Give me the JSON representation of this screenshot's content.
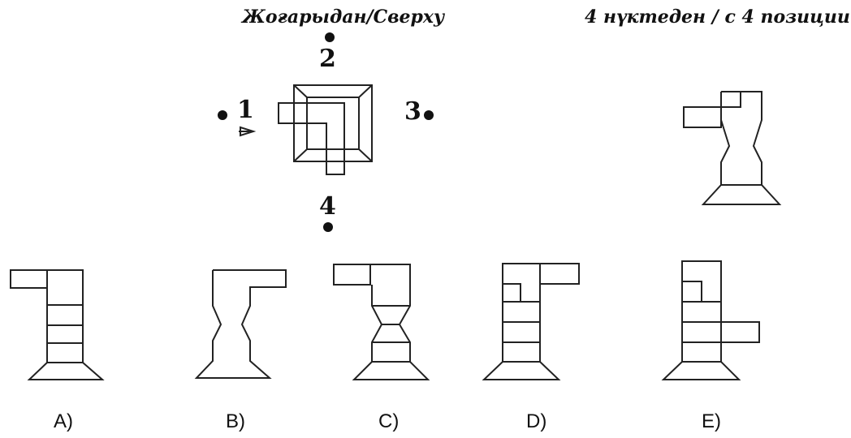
{
  "header": {
    "top_view_label": "Жоғарыдан/Сверху",
    "positions_label": "4 нүктеден / с 4 позиции"
  },
  "top_view": {
    "viewpoints": [
      "1",
      "2",
      "3",
      "4"
    ]
  },
  "options": [
    {
      "label": "A)"
    },
    {
      "label": "B)"
    },
    {
      "label": "C)"
    },
    {
      "label": "D)"
    },
    {
      "label": "E)"
    }
  ]
}
